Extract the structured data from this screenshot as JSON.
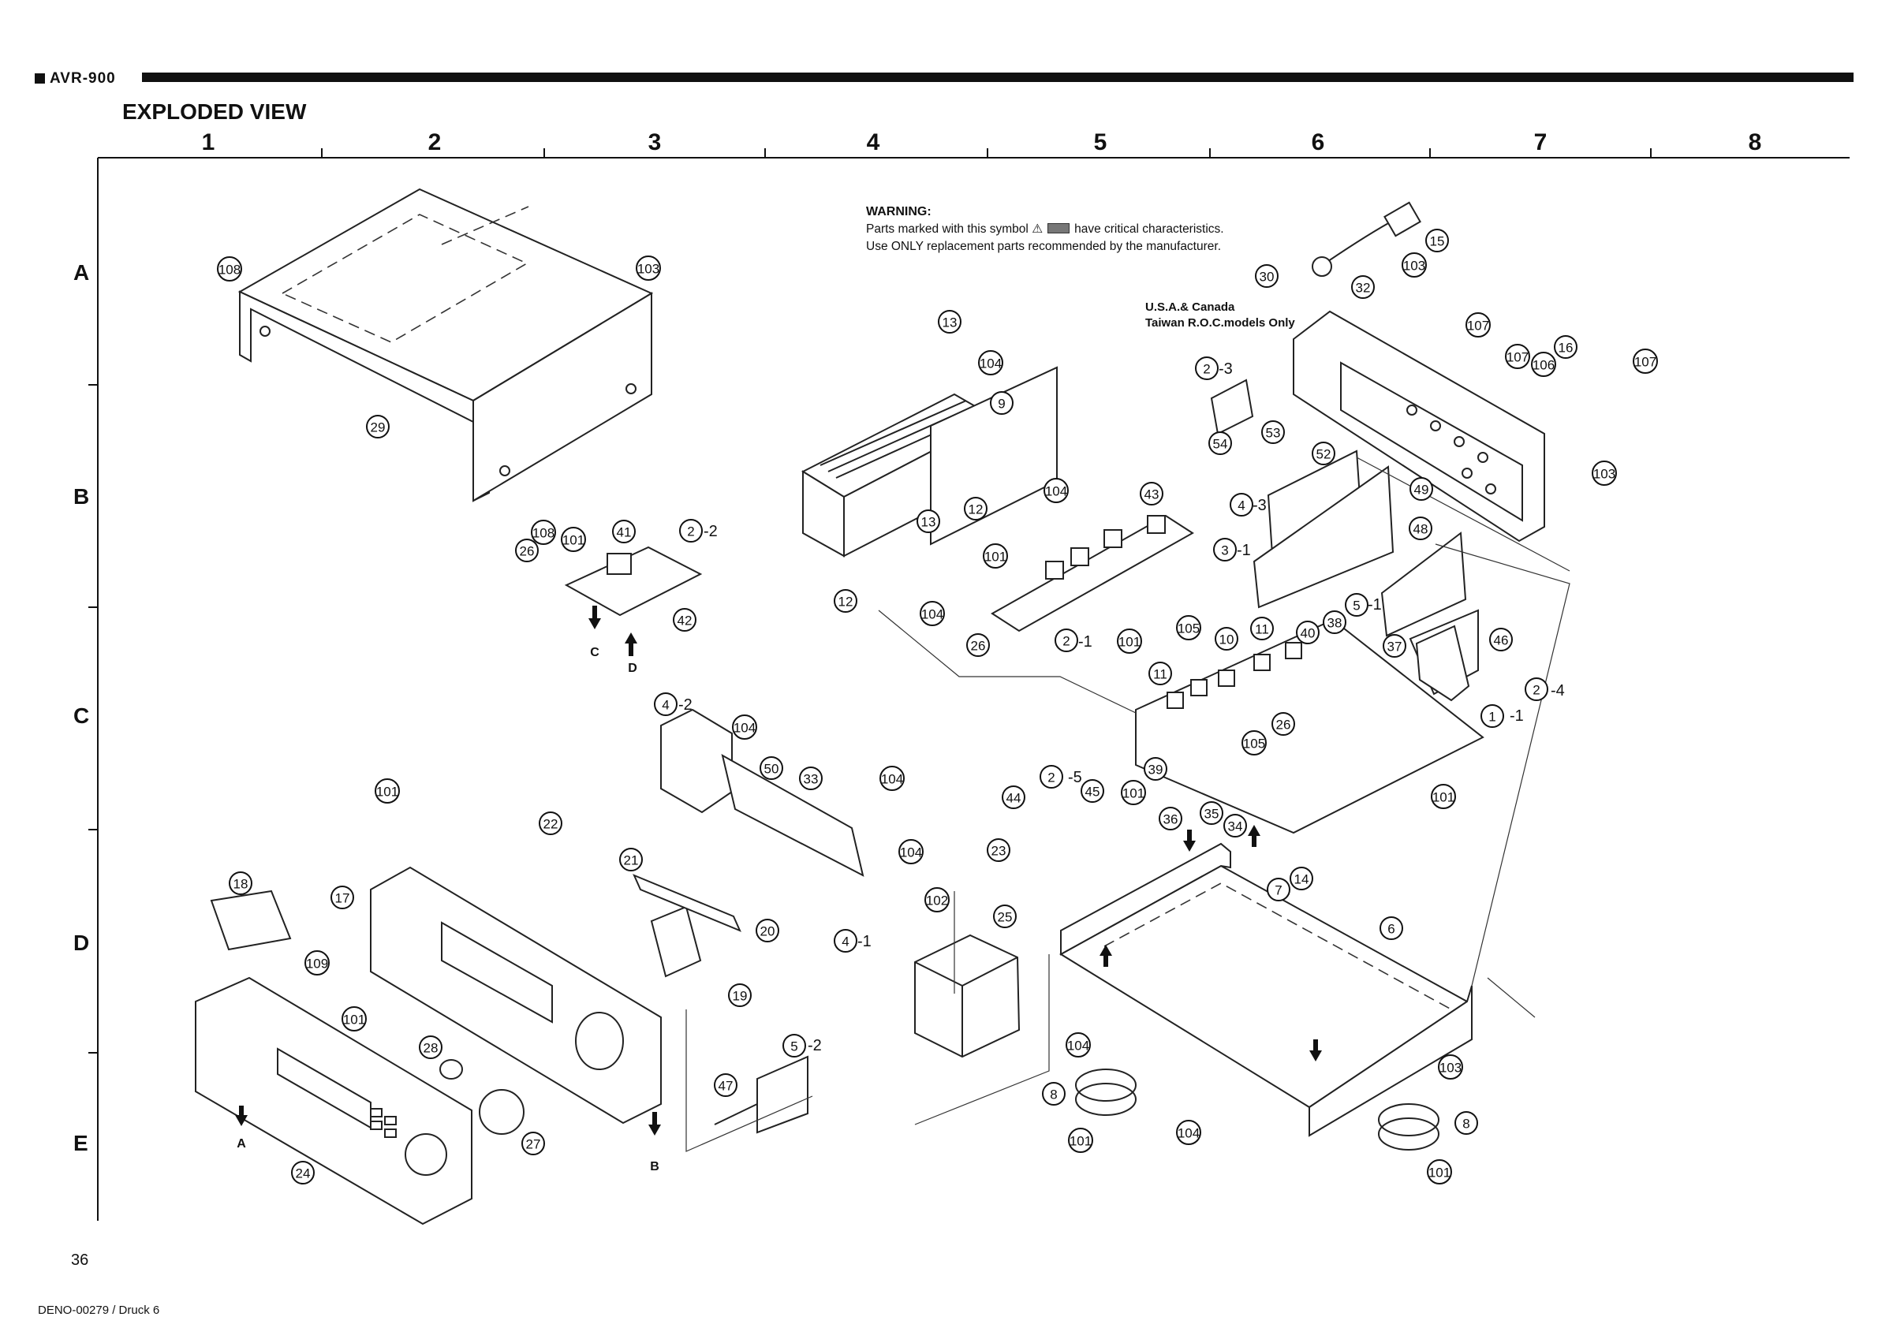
{
  "header": {
    "model": "AVR-900",
    "title": "EXPLODED VIEW"
  },
  "grid": {
    "columns": [
      "1",
      "2",
      "3",
      "4",
      "5",
      "6",
      "7",
      "8"
    ],
    "rows": [
      "A",
      "B",
      "C",
      "D",
      "E"
    ]
  },
  "warning": {
    "heading": "WARNING:",
    "line1_pre": "Parts marked with this symbol",
    "line1_post": "have critical characteristics.",
    "line2": "Use ONLY replacement parts recommended by the manufacturer.",
    "symbol": "⚠"
  },
  "region_note": {
    "line1": "U.S.A.& Canada",
    "line2": "Taiwan R.O.C.models Only"
  },
  "connector_labels": [
    "A",
    "B",
    "C",
    "D"
  ],
  "callouts": [
    {
      "label": "108"
    },
    {
      "label": "103"
    },
    {
      "label": "29"
    },
    {
      "label": "108"
    },
    {
      "label": "101"
    },
    {
      "label": "41"
    },
    {
      "label": "2"
    },
    {
      "label": "26"
    },
    {
      "label": "42"
    },
    {
      "label": "13"
    },
    {
      "label": "104"
    },
    {
      "label": "9"
    },
    {
      "label": "104"
    },
    {
      "label": "12"
    },
    {
      "label": "13"
    },
    {
      "label": "101"
    },
    {
      "label": "43"
    },
    {
      "label": "12"
    },
    {
      "label": "104"
    },
    {
      "label": "26"
    },
    {
      "label": "2"
    },
    {
      "label": "101"
    },
    {
      "label": "105"
    },
    {
      "label": "30"
    },
    {
      "label": "15"
    },
    {
      "label": "32"
    },
    {
      "label": "103"
    },
    {
      "label": "107"
    },
    {
      "label": "2"
    },
    {
      "label": "53"
    },
    {
      "label": "54"
    },
    {
      "label": "107"
    },
    {
      "label": "106"
    },
    {
      "label": "16"
    },
    {
      "label": "107"
    },
    {
      "label": "103"
    },
    {
      "label": "52"
    },
    {
      "label": "49"
    },
    {
      "label": "4"
    },
    {
      "label": "48"
    },
    {
      "label": "3"
    },
    {
      "label": "5"
    },
    {
      "label": "10"
    },
    {
      "label": "11"
    },
    {
      "label": "40"
    },
    {
      "label": "38"
    },
    {
      "label": "37"
    },
    {
      "label": "46"
    },
    {
      "label": "11"
    },
    {
      "label": "2"
    },
    {
      "label": "1"
    },
    {
      "label": "26"
    },
    {
      "label": "105"
    },
    {
      "label": "39"
    },
    {
      "label": "101"
    },
    {
      "label": "36"
    },
    {
      "label": "35"
    },
    {
      "label": "34"
    },
    {
      "label": "14"
    },
    {
      "label": "7"
    },
    {
      "label": "101"
    },
    {
      "label": "2"
    },
    {
      "label": "44"
    },
    {
      "label": "45"
    },
    {
      "label": "23"
    },
    {
      "label": "4"
    },
    {
      "label": "104"
    },
    {
      "label": "50"
    },
    {
      "label": "33"
    },
    {
      "label": "104"
    },
    {
      "label": "104"
    },
    {
      "label": "4"
    },
    {
      "label": "101"
    },
    {
      "label": "22"
    },
    {
      "label": "21"
    },
    {
      "label": "17"
    },
    {
      "label": "18"
    },
    {
      "label": "20"
    },
    {
      "label": "19"
    },
    {
      "label": "109"
    },
    {
      "label": "101"
    },
    {
      "label": "28"
    },
    {
      "label": "27"
    },
    {
      "label": "24"
    },
    {
      "label": "47"
    },
    {
      "label": "5"
    },
    {
      "label": "102"
    },
    {
      "label": "25"
    },
    {
      "label": "6"
    },
    {
      "label": "104"
    },
    {
      "label": "8"
    },
    {
      "label": "101"
    },
    {
      "label": "104"
    },
    {
      "label": "103"
    },
    {
      "label": "8"
    },
    {
      "label": "101"
    }
  ],
  "suffixes": [
    {
      "text": "-2"
    },
    {
      "text": "-1"
    },
    {
      "text": "-3"
    },
    {
      "text": "-3"
    },
    {
      "text": "-1"
    },
    {
      "text": "-1"
    },
    {
      "text": "-4"
    },
    {
      "text": "-1"
    },
    {
      "text": "-5"
    },
    {
      "text": "-2"
    },
    {
      "text": "-1"
    },
    {
      "text": "-2"
    }
  ],
  "footer": {
    "page_number": "36",
    "doc_ref": "DENO-00279 / Druck 6"
  }
}
